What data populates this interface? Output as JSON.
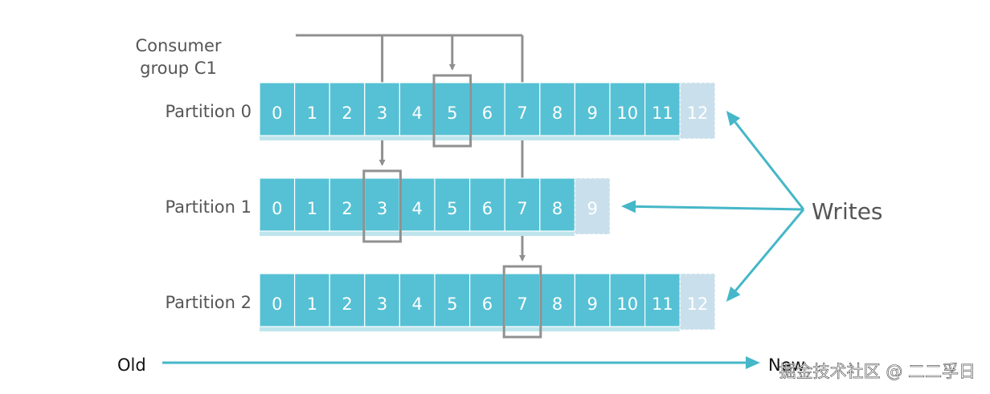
{
  "consumer_group": {
    "line1": "Consumer",
    "line2": "group C1"
  },
  "partitions": [
    {
      "label": "Partition 0",
      "offsets": [
        "0",
        "1",
        "2",
        "3",
        "4",
        "5",
        "6",
        "7",
        "8",
        "9",
        "10",
        "11"
      ],
      "pending": "12"
    },
    {
      "label": "Partition 1",
      "offsets": [
        "0",
        "1",
        "2",
        "3",
        "4",
        "5",
        "6",
        "7",
        "8"
      ],
      "pending": "9"
    },
    {
      "label": "Partition 2",
      "offsets": [
        "0",
        "1",
        "2",
        "3",
        "4",
        "5",
        "6",
        "7",
        "8",
        "9",
        "10",
        "11"
      ],
      "pending": "12"
    }
  ],
  "consumer_positions": [
    {
      "partition": 0,
      "offset": 5
    },
    {
      "partition": 1,
      "offset": 3
    },
    {
      "partition": 2,
      "offset": 7
    }
  ],
  "writes_label": "Writes",
  "timeline": {
    "old": "Old",
    "new": "New"
  },
  "watermark": "掘金技术社区 @ 二二孚日",
  "colors": {
    "cell": "#56C1D4",
    "cell_stroke": "#ffffff",
    "cell_shadow": "#BFE5EC",
    "pending": "#C9E0EC",
    "consumer_line": "#909090",
    "writes_arrow": "#45B7C8",
    "label": "#555555"
  }
}
